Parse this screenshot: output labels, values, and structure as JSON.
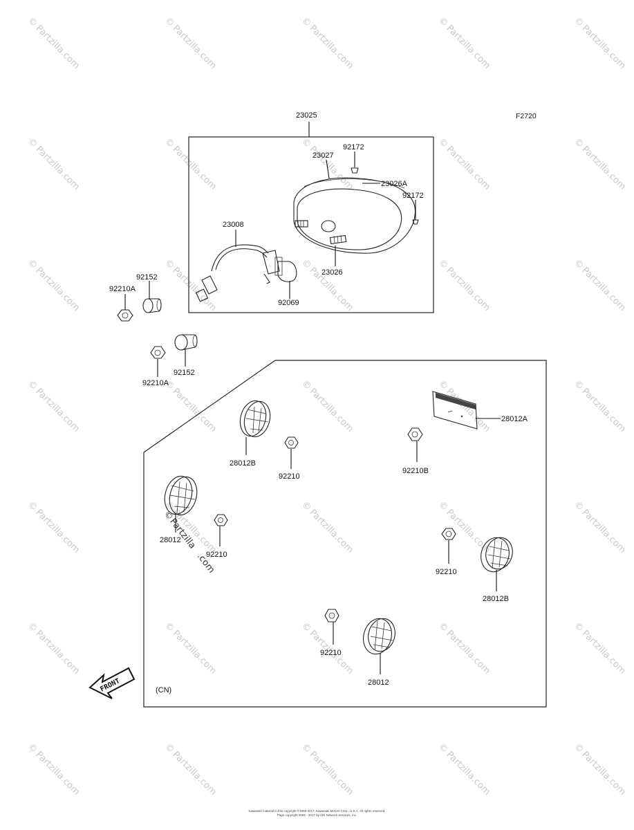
{
  "figure_code": "F2720",
  "market_note": "(CN)",
  "front_arrow_label": "FRONT",
  "watermark": {
    "text": "Partzilla.com",
    "symbol": "©",
    "inline_text_parts": [
      "©",
      "Partzilla",
      ".com"
    ]
  },
  "parts": {
    "assembly": "23025",
    "lens": "23027",
    "screw_top": "92172",
    "screw_right": "92172",
    "housing_clip": "23026A",
    "housing": "23026",
    "socket_harness": "23008",
    "bulb": "92069",
    "collar_1": "92152",
    "nut_1": "92210A",
    "collar_2": "92152",
    "nut_2": "92210A",
    "reflector_panel": "28012A",
    "reflector_1": "28012B",
    "nut_3": "92210",
    "nut_4": "92210B",
    "reflector_2": "28012",
    "nut_5": "92210",
    "nut_6": "92210",
    "reflector_3": "28012B",
    "nut_7": "92210",
    "reflector_4": "28012"
  },
  "footer": {
    "line1": "Kawasaki material in this copyright ©1955-2017, Kawasaki Motors Corp., U.S.A. All rights reserved.",
    "line2": "Page copyright 2002 - 2017 by ARI Network Services, Inc."
  }
}
